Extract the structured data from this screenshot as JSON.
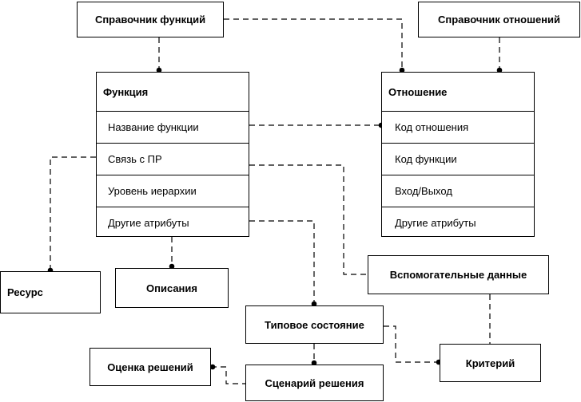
{
  "ref_functions": "Справочник функций",
  "ref_relations": "Справочник отношений",
  "function_entity": {
    "title": "Функция",
    "attributes": [
      "Название функции",
      "Связь с ПР",
      "Уровень иерархии",
      "Другие атрибуты"
    ]
  },
  "relation_entity": {
    "title": "Отношение",
    "attributes": [
      "Код отношения",
      "Код функции",
      "Вход/Выход",
      "Другие атрибуты"
    ]
  },
  "resource": "Ресурс",
  "descriptions": "Описания",
  "aux_data": "Вспомогательные данные",
  "typical_state": "Типовое состояние",
  "criterion": "Критерий",
  "evaluation": "Оценка решений",
  "scenario": "Сценарий решения"
}
